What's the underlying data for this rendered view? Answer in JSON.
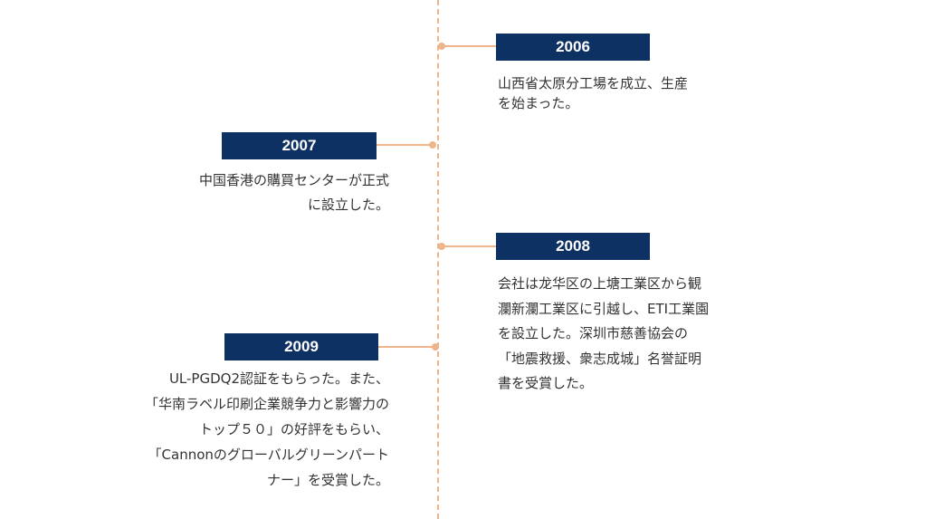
{
  "colors": {
    "badge_bg": "#0e3163",
    "badge_text": "#ffffff",
    "line": "#f0b48a",
    "text": "#333333"
  },
  "events": [
    {
      "year": "2006",
      "side": "right",
      "lines": [
        "山西省太原分工場を成立、生産",
        "を始まった。"
      ]
    },
    {
      "year": "2007",
      "side": "left",
      "lines": [
        "中国香港の購買センターが正式",
        "に設立した。"
      ]
    },
    {
      "year": "2008",
      "side": "right",
      "lines": [
        "会社は龙华区の上塘工業区から観",
        "瀾新瀾工業区に引越し、ETI工業園",
        "を設立した。深圳市慈善協会の",
        "「地震救援、衆志成城」名誉証明",
        "書を受賞した。"
      ]
    },
    {
      "year": "2009",
      "side": "left",
      "lines": [
        "UL-PGDQ2認証をもらった。また、",
        "「华南ラベル印刷企業競争力と影響力の",
        "トップ５０」の好評をもらい、",
        "「Cannonのグローバルグリーンパート",
        "ナー」を受賞した。"
      ]
    }
  ]
}
